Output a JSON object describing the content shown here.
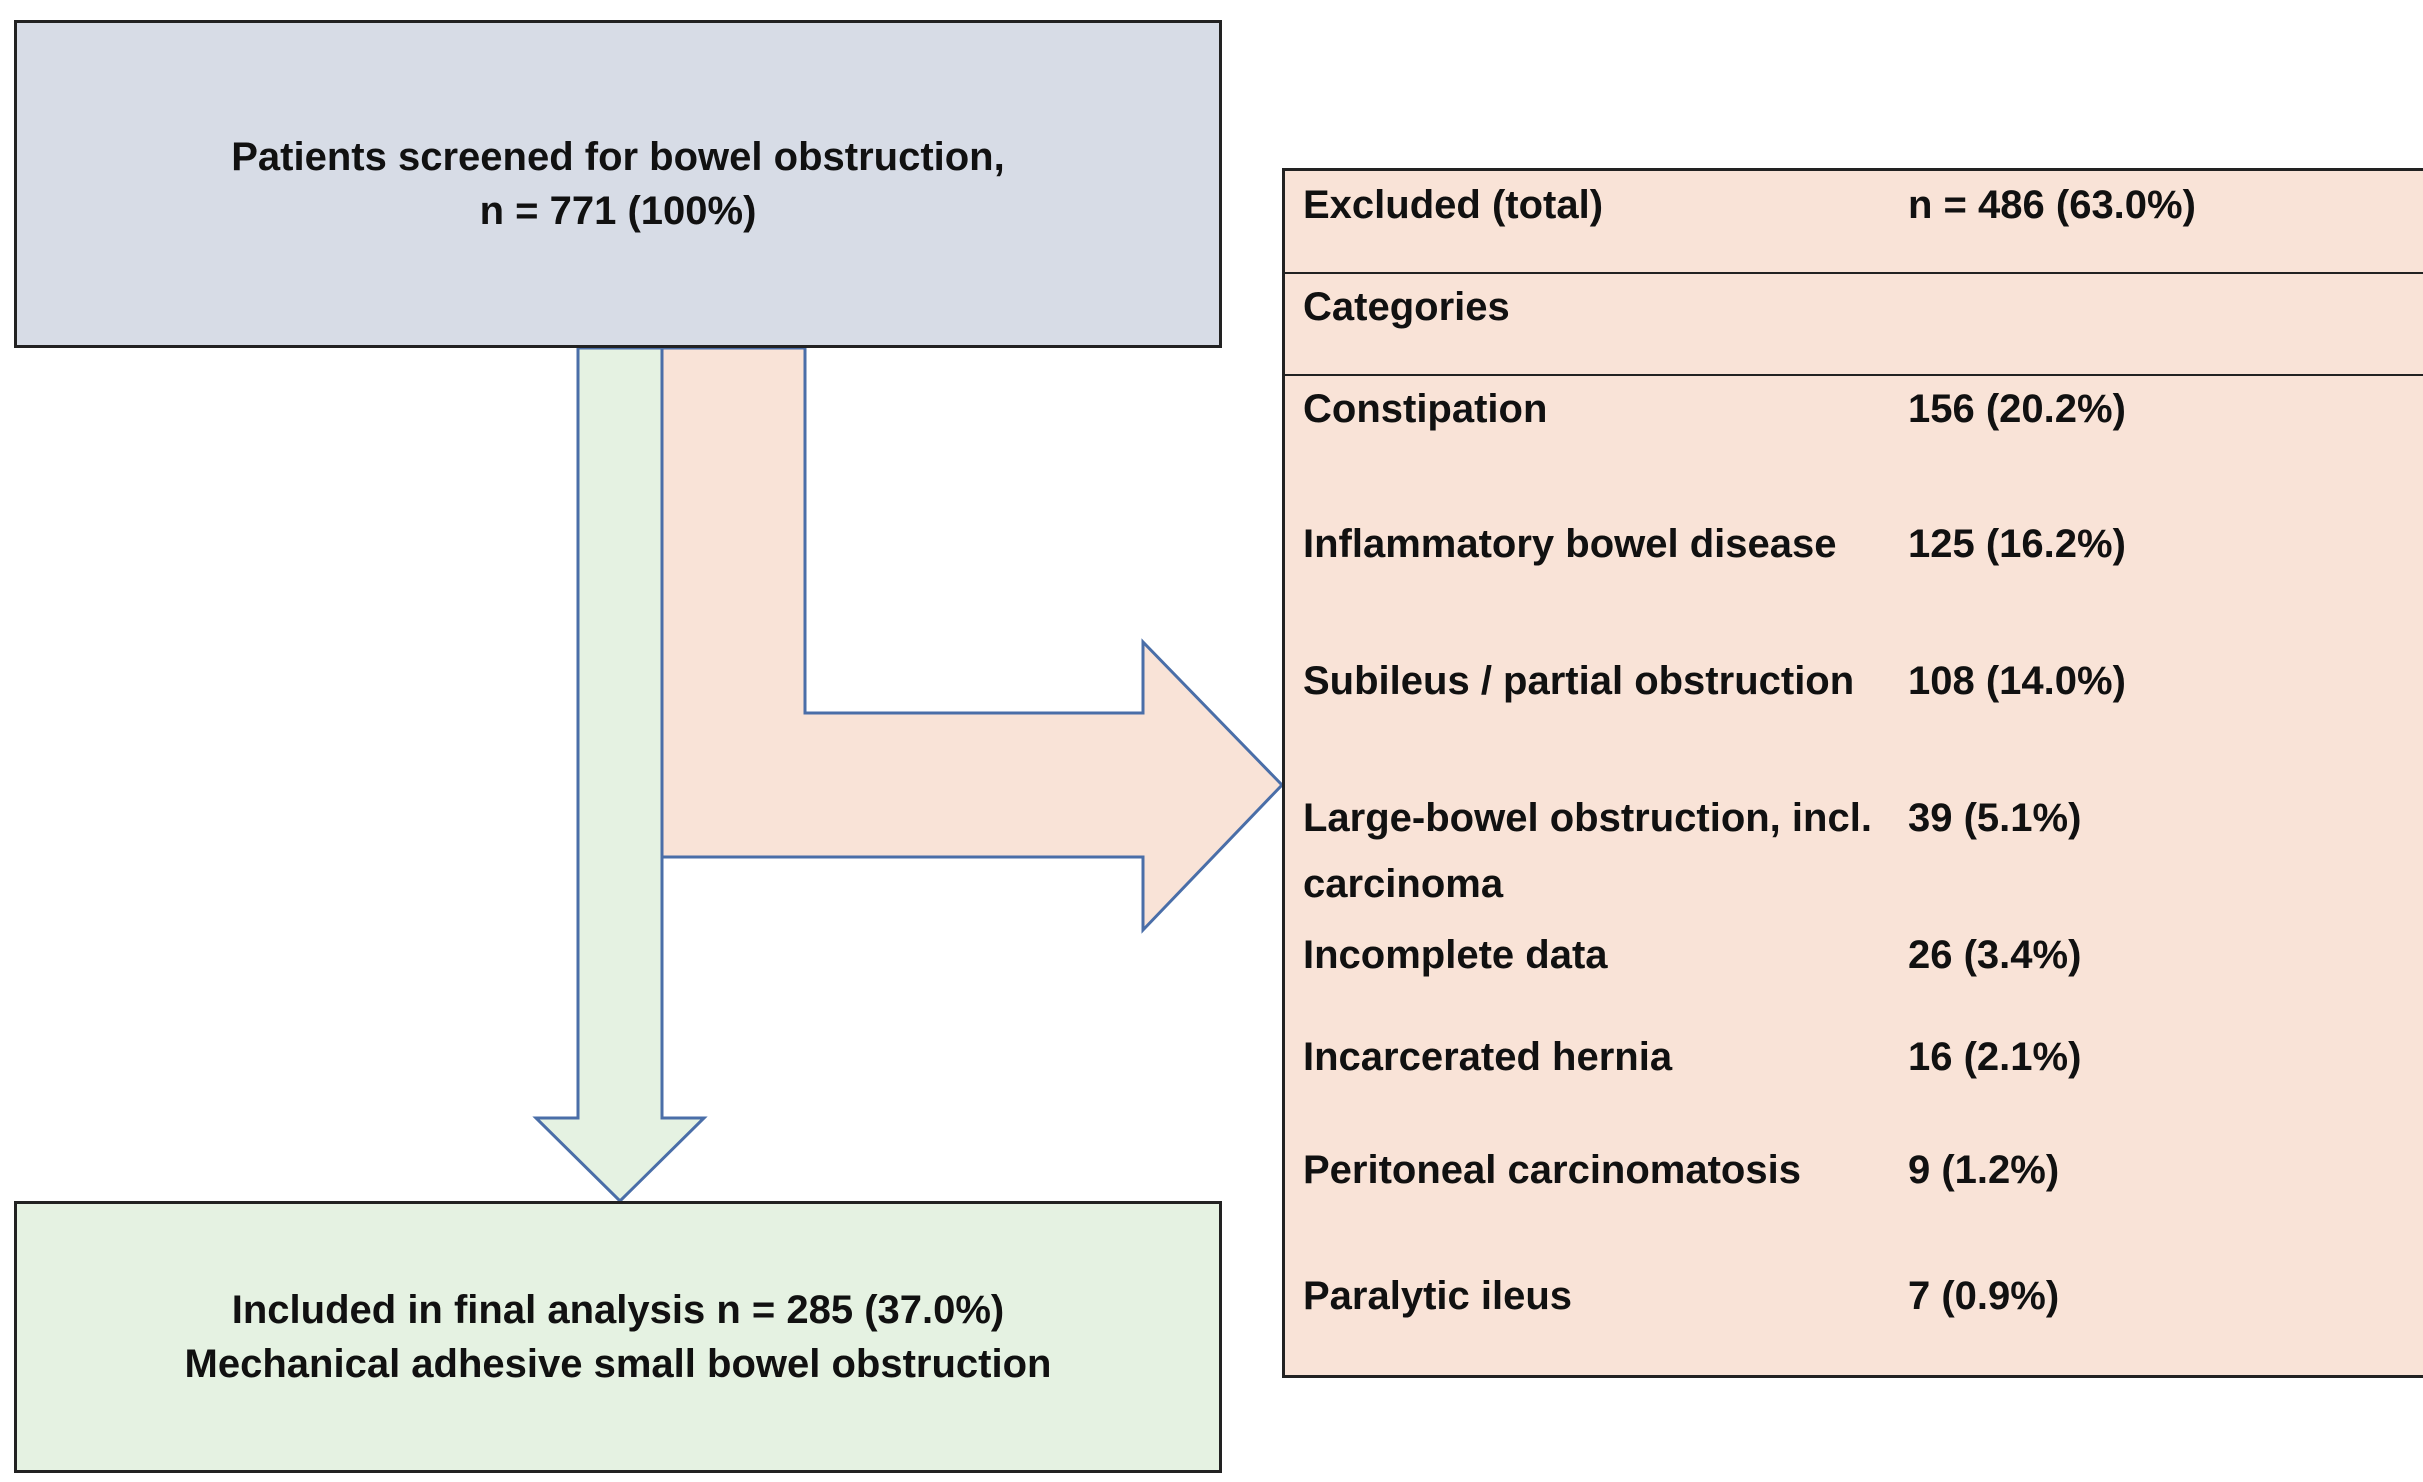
{
  "screened": {
    "line1": "Patients screened for bowel obstruction,",
    "line2": "n = 771 (100%)"
  },
  "included": {
    "line1": "Included in final analysis n = 285 (37.0%)",
    "line2": "Mechanical adhesive small bowel obstruction"
  },
  "excluded": {
    "header_label": "Excluded (total)",
    "header_value": "n = 486 (63.0%)",
    "categories_label": "Categories",
    "items": [
      {
        "label": "Constipation",
        "value": "156 (20.2%)"
      },
      {
        "label": "Inflammatory bowel disease",
        "value": "125 (16.2%)"
      },
      {
        "label": "Subileus / partial obstruction",
        "value": "108 (14.0%)"
      },
      {
        "label": "Large-bowel obstruction, incl. carcinoma",
        "value": "39 (5.1%)"
      },
      {
        "label": "Incomplete data",
        "value": "26 (3.4%)"
      },
      {
        "label": "Incarcerated hernia",
        "value": "16 (2.1%)"
      },
      {
        "label": "Peritoneal carcinomatosis",
        "value": "9 (1.2%)"
      },
      {
        "label": "Paralytic ileus",
        "value": "7 (0.9%)"
      }
    ]
  },
  "colors": {
    "screened_fill": "#d7dce6",
    "included_fill": "#e5f2e2",
    "excluded_fill": "#f9e3d7",
    "arrow_stroke": "#4a6ea8"
  }
}
